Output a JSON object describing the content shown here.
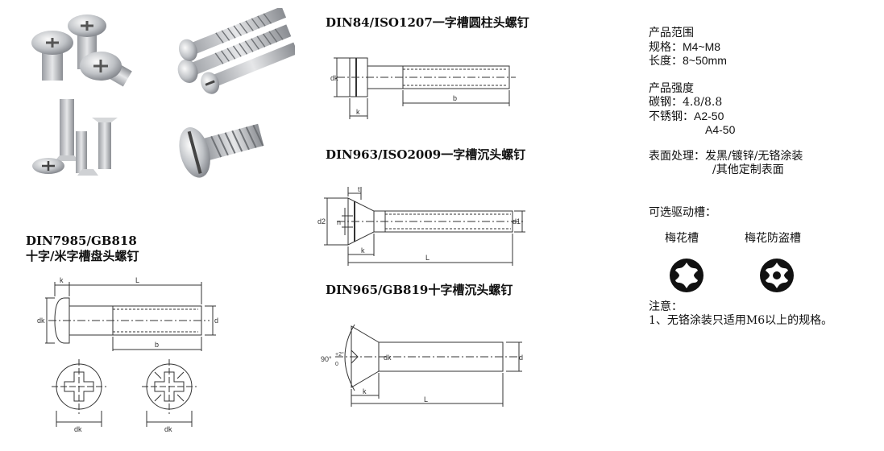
{
  "titles": {
    "din7985_line1": "DIN7985/GB818",
    "din7985_line2": "十字/米字槽盘头螺钉",
    "din84": "DIN84/ISO1207一字槽圆柱头螺钉",
    "din963": "DIN963/ISO2009一字槽沉头螺钉",
    "din965": "DIN965/GB819十字槽沉头螺钉"
  },
  "dim_labels": {
    "k": "k",
    "L": "L",
    "dk": "dk",
    "d": "d",
    "b": "b",
    "t": "t",
    "n": "n",
    "d1": "d1",
    "d2": "d2",
    "angle": "90°",
    "angle_tol_top": "+2°",
    "angle_tol_bottom": "0"
  },
  "specs": {
    "range_heading": "产品范围",
    "size_label": "规格：",
    "size_value": "M4~M8",
    "length_label": "长度：",
    "length_value": "8~50mm",
    "strength_heading": "产品强度",
    "carbon_label": "碳钢：",
    "carbon_value": "4.8/8.8",
    "stainless_label": "不锈钢：",
    "stainless_value1": "A2-50",
    "stainless_value2": "A4-50",
    "surface_label": "表面处理：",
    "surface_value1": "发黑/镀锌/无铬涂装",
    "surface_value2": "/其他定制表面",
    "drive_heading": "可选驱动槽：",
    "torx_label": "梅花槽",
    "torx_tamper_label": "梅花防盗槽",
    "note_heading": "注意：",
    "note_text": "1、无铬涂装只适用M6以上的规格。"
  }
}
